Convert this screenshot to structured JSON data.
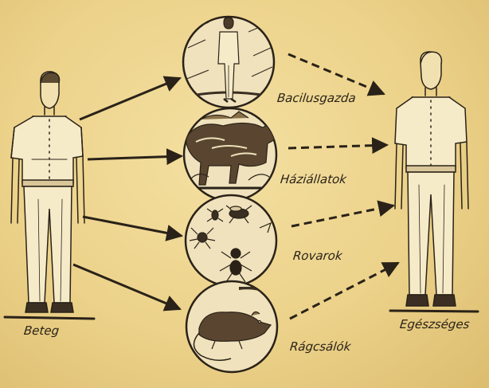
{
  "labels": {
    "sick": "Beteg",
    "healthy": "Egészséges",
    "carrier": "Bacilusgazda",
    "livestock": "Háziállatok",
    "insects": "Rovarok",
    "rodents": "Rágcsálók"
  },
  "colors": {
    "paper": "#ecd28a",
    "ink": "#2a2218",
    "circle_fill": "#efe2bc"
  },
  "icons": {
    "carrier": "standing-man-icon",
    "livestock": "cattle-icon",
    "insects": "insects-icon",
    "rodents": "rat-icon"
  }
}
